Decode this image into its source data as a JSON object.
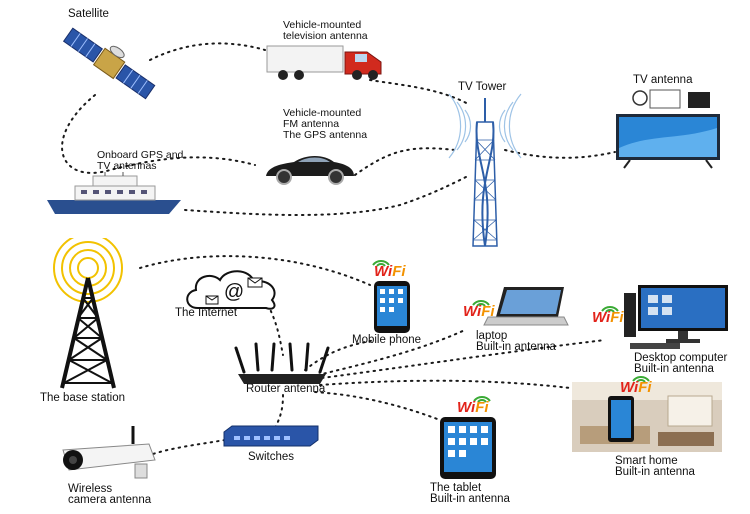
{
  "labels": {
    "satellite": "Satellite",
    "vehicle_tv": [
      "Vehicle-mounted",
      "television antenna"
    ],
    "vehicle_fm": [
      "Vehicle-mounted",
      "FM antenna",
      "The GPS antenna"
    ],
    "onboard_gps": [
      "Onboard GPS and",
      "TV antennas"
    ],
    "tv_tower": "TV Tower",
    "tv_antenna": "TV antenna",
    "base_station": "The base station",
    "internet": "The Internet",
    "mobile_phone": "Mobile phone",
    "laptop": [
      "laptop",
      "Built-in antenna"
    ],
    "desktop": [
      "Desktop computer",
      "Built-in antenna"
    ],
    "router": "Router antenna",
    "switches": "Switches",
    "camera": [
      "Wireless",
      "camera antenna"
    ],
    "tablet": [
      "The tablet",
      "Built-in antenna"
    ],
    "smart_home": [
      "Smart home",
      "Built-in antenna"
    ]
  },
  "wifi_badge": {
    "w": "Wi",
    "f": "Fi"
  },
  "colors": {
    "link": "#1a1a1a",
    "wifi_red": "#e2231a",
    "wifi_orange": "#f39200",
    "wifi_arc_green": "#3aaa35",
    "tower_blue": "#2d5ea8",
    "base_arc": "#f2c200",
    "screen_blue": "#2a86d6"
  }
}
